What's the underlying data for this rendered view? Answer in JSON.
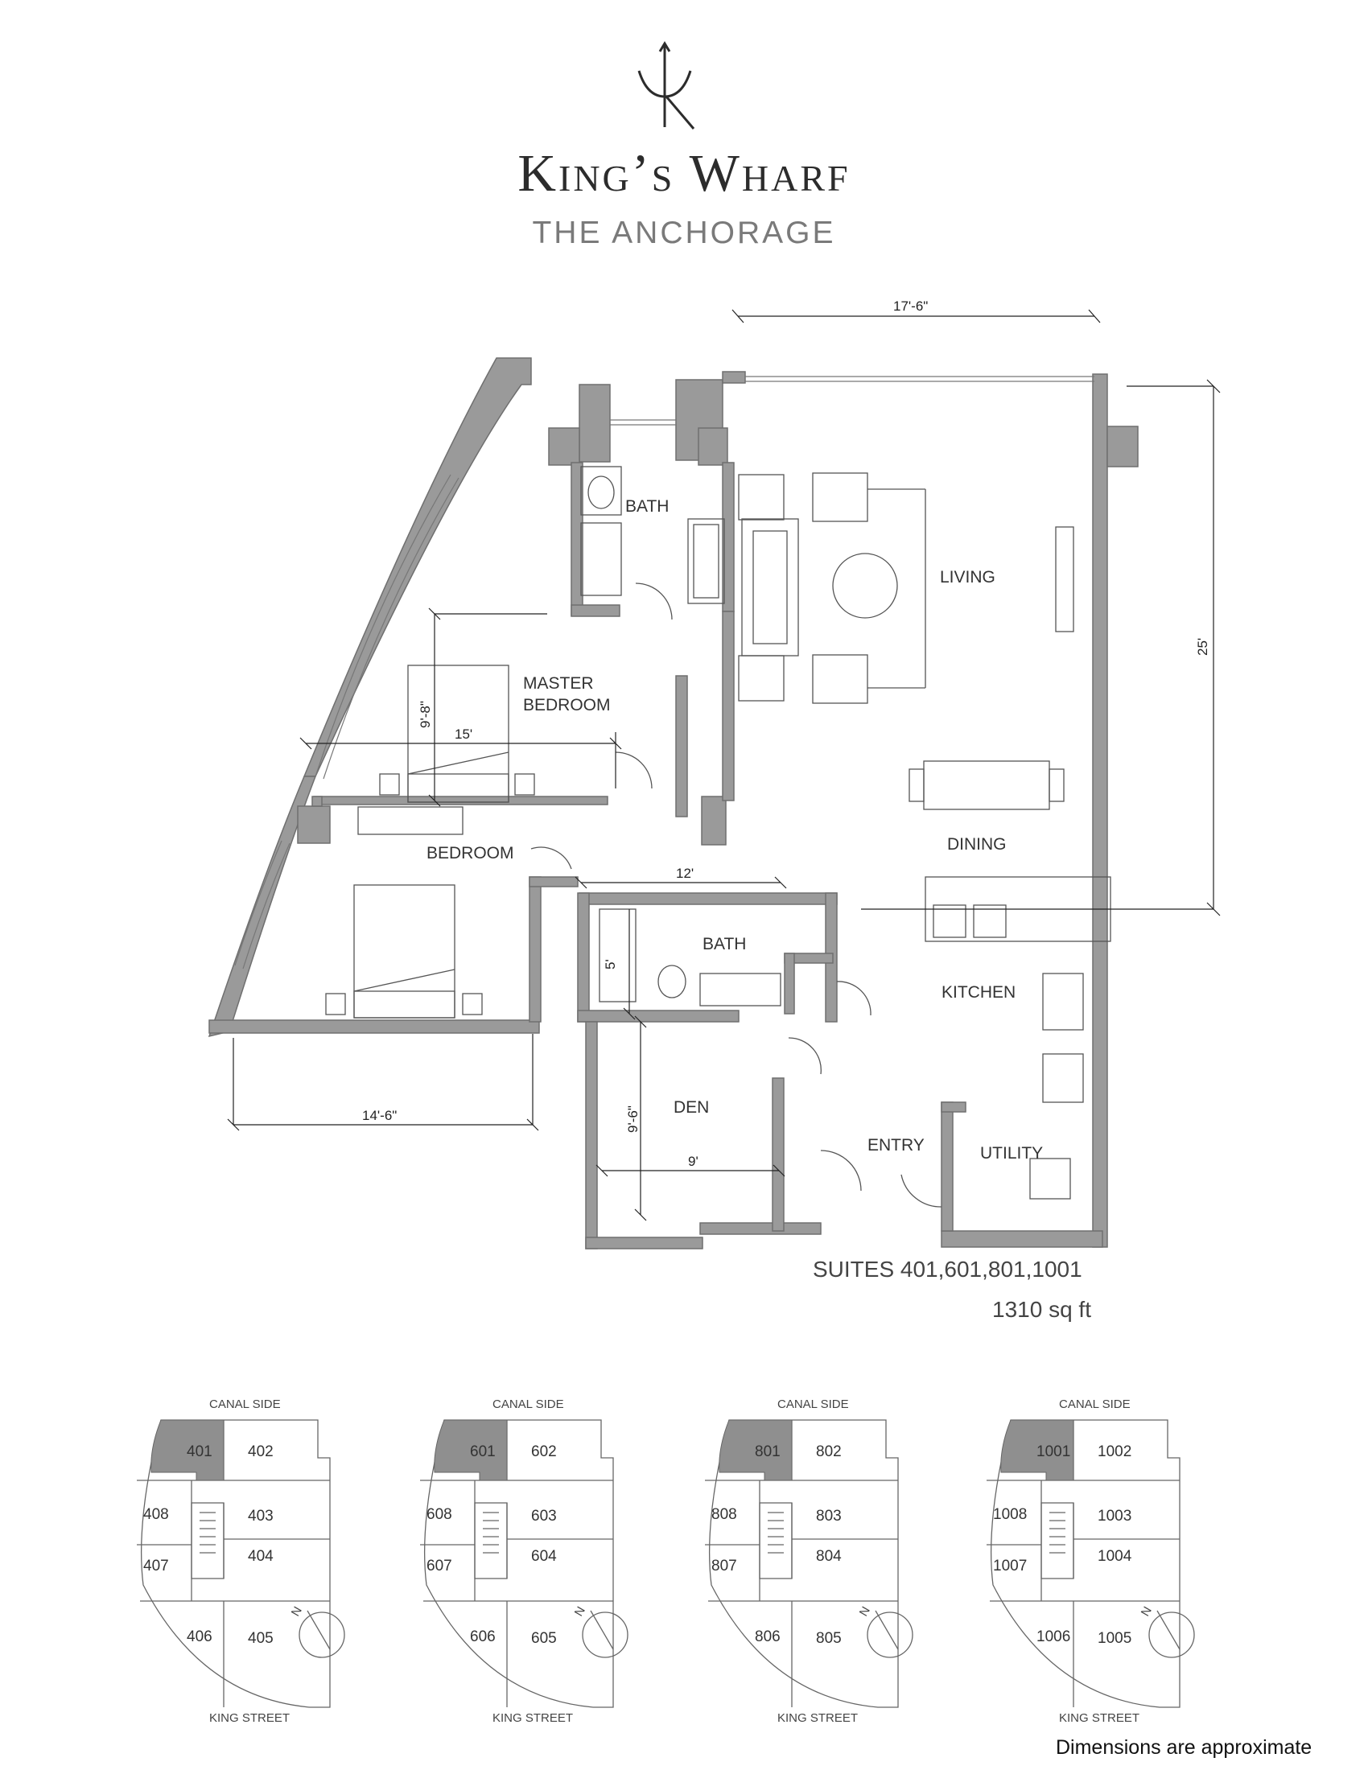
{
  "brand": {
    "name": "King’s Wharf",
    "subtitle": "THE ANCHORAGE"
  },
  "plan": {
    "rooms": {
      "bath_master": "BATH",
      "living": "LIVING",
      "master_bedroom_1": "MASTER",
      "master_bedroom_2": "BEDROOM",
      "dining": "DINING",
      "bedroom": "BEDROOM",
      "bath_second": "BATH",
      "kitchen": "KITCHEN",
      "den": "DEN",
      "entry": "ENTRY",
      "utility": "UTILITY"
    },
    "dimensions": {
      "living_width": "17'-6\"",
      "living_depth": "25'",
      "master_depth": "9'-8\"",
      "master_width": "15'",
      "corridor": "12'",
      "bath_width": "5'",
      "bedroom_width": "14'-6\"",
      "den_depth": "9'-6\"",
      "den_width": "9'"
    }
  },
  "suite_info": {
    "suites": "SUITES 401,601,801,1001",
    "area": "1310 sq ft"
  },
  "key_plans": [
    {
      "top": "CANAL SIDE",
      "bottom": "KING STREET",
      "units": [
        "401",
        "402",
        "408",
        "403",
        "407",
        "404",
        "406",
        "405"
      ],
      "highlight": "401"
    },
    {
      "top": "CANAL SIDE",
      "bottom": "KING STREET",
      "units": [
        "601",
        "602",
        "608",
        "603",
        "607",
        "604",
        "606",
        "605"
      ],
      "highlight": "601"
    },
    {
      "top": "CANAL SIDE",
      "bottom": "KING STREET",
      "units": [
        "801",
        "802",
        "808",
        "803",
        "807",
        "804",
        "806",
        "805"
      ],
      "highlight": "801"
    },
    {
      "top": "CANAL SIDE",
      "bottom": "KING STREET",
      "units": [
        "1001",
        "1002",
        "1008",
        "1003",
        "1007",
        "1004",
        "1006",
        "1005"
      ],
      "highlight": "1001"
    }
  ],
  "compass_label": "N",
  "disclaimer": "Dimensions are approximate",
  "colors": {
    "wall": "#9a9a9a",
    "highlight": "#8f8f8f",
    "line": "#555555"
  }
}
